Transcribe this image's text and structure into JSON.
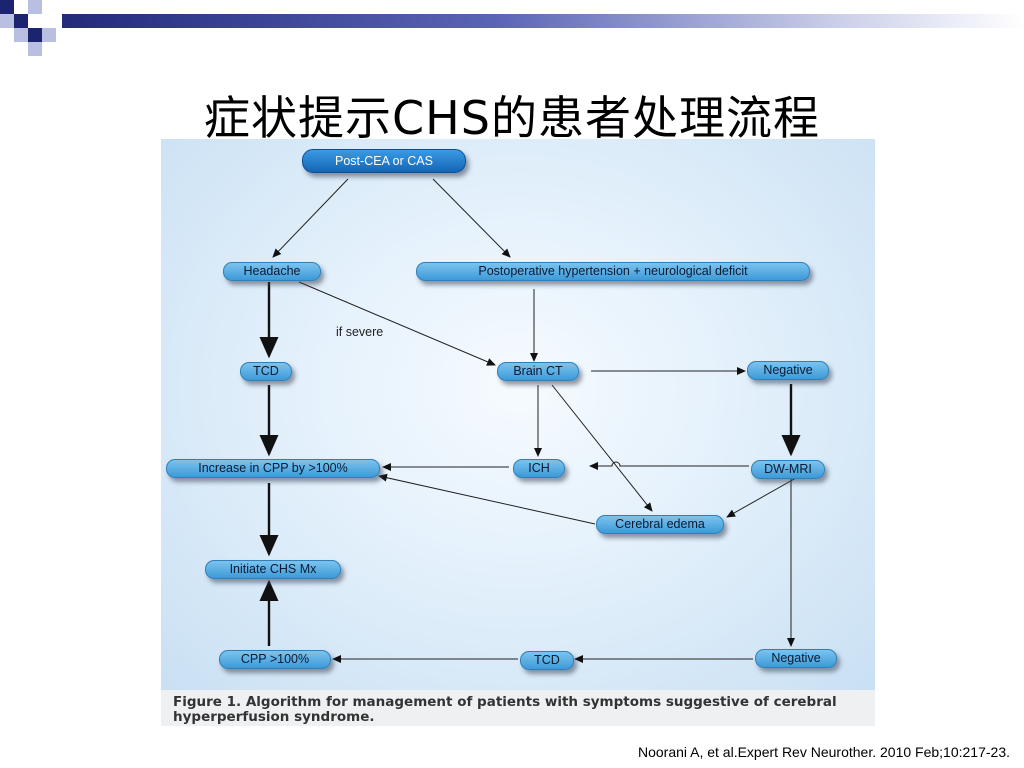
{
  "slide": {
    "title": "症状提示CHS的患者处理流程",
    "citation": "Noorani A, et al.Expert Rev Neurother. 2010 Feb;10:217-23."
  },
  "figure": {
    "caption": "Figure 1. Algorithm for management of patients with symptoms suggestive of cerebral hyperperfusion syndrome."
  },
  "nodes": {
    "post_cea": "Post-CEA or CAS",
    "headache": "Headache",
    "postop_htn": "Postoperative hypertension + neurological deficit",
    "tcd_left": "TCD",
    "brain_ct": "Brain CT",
    "negative_top": "Negative",
    "increase_cpp": "Increase in CPP by >100%",
    "ich": "ICH",
    "dw_mri": "DW-MRI",
    "cerebral_edema": "Cerebral edema",
    "initiate_chs": "Initiate CHS Mx",
    "cpp_100": "CPP >100%",
    "tcd_bottom": "TCD",
    "negative_bottom": "Negative"
  },
  "labels": {
    "if_severe": "if severe"
  },
  "colors": {
    "node_fill": "#4fa8e0",
    "node_dark": "#1f74c4",
    "background": "#dcebf8",
    "accent_navy": "#232a7a"
  }
}
